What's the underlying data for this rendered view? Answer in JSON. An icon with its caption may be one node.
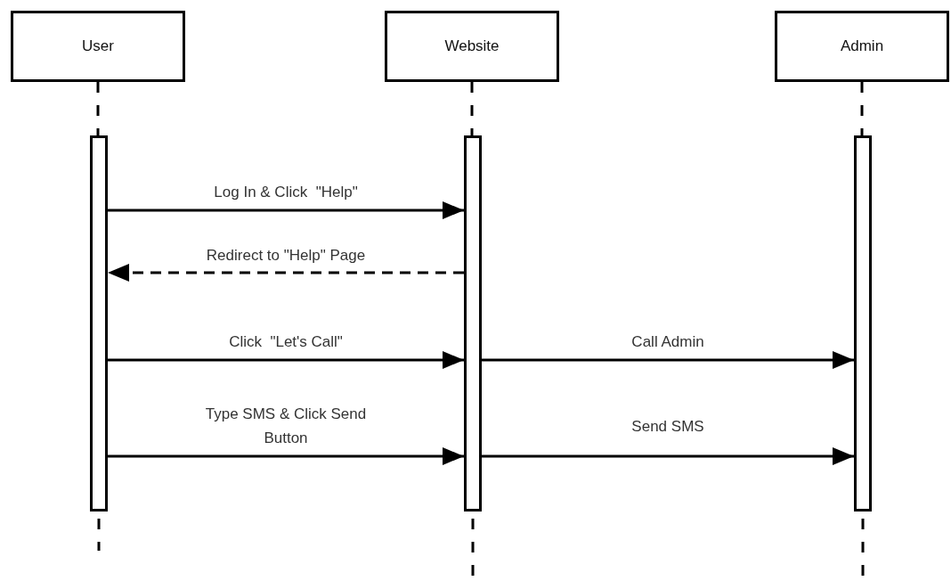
{
  "diagram": {
    "nodes": [
      {
        "text": [
          "User"
        ]
      },
      {
        "text": [
          "Website"
        ]
      },
      {
        "text": [
          "Admin"
        ]
      },
      {
        "text": [],
        "shape": "bar"
      },
      {
        "text": [],
        "shape": "bar"
      },
      {
        "text": [],
        "shape": "bar"
      }
    ],
    "edges": [
      {
        "from": 0,
        "to": 3,
        "arrow": "none",
        "style": "dashed"
      },
      {
        "from": 1,
        "to": 4,
        "arrow": "none",
        "style": "dashed"
      },
      {
        "from": 2,
        "to": 5,
        "arrow": "none",
        "style": "dashed"
      },
      {
        "from": 3,
        "to": 4,
        "arrow": "to",
        "label": "Log In & Click  \"Help\""
      },
      {
        "from": 4,
        "to": 3,
        "arrow": "to",
        "label": "Redirect to \"Help\" Page",
        "style": "dashed"
      },
      {
        "from": 3,
        "to": 4,
        "arrow": "to",
        "label": "Click  \"Let's Call\""
      },
      {
        "from": 4,
        "to": 5,
        "arrow": "to",
        "label": "Call Admin"
      },
      {
        "from": 3,
        "to": 4,
        "arrow": "to",
        "label": "Type SMS & Click Send Button"
      },
      {
        "from": 4,
        "to": 5,
        "arrow": "to",
        "label": "Send SMS"
      }
    ]
  }
}
